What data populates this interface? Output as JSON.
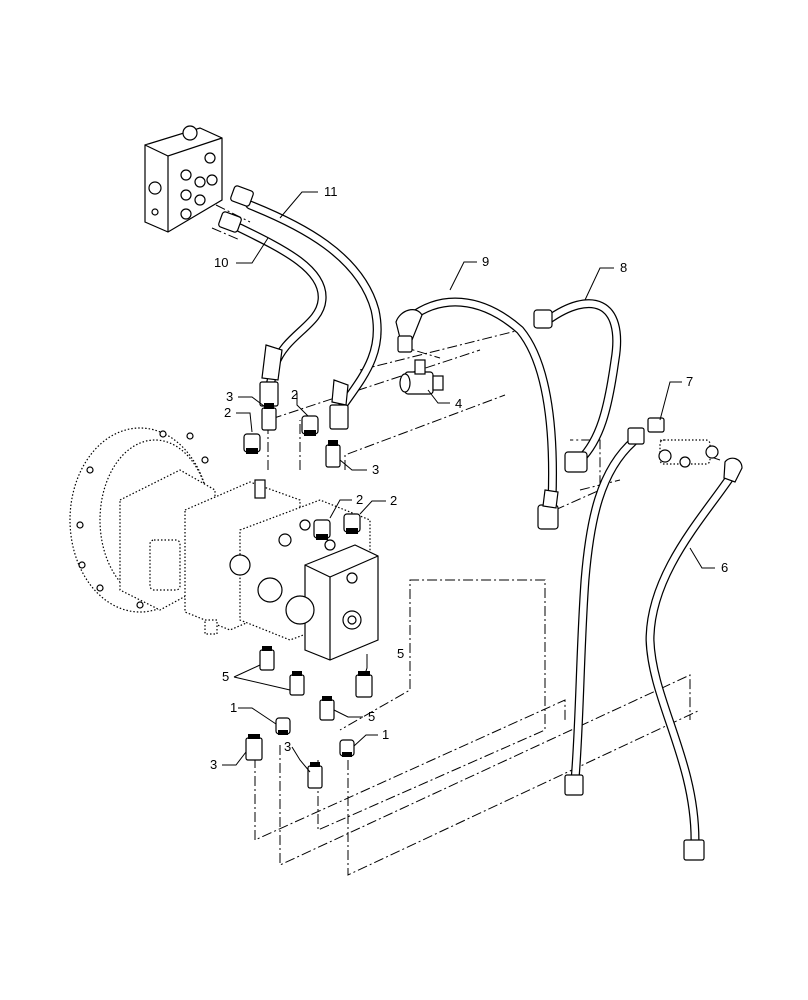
{
  "diagram": {
    "callouts": [
      {
        "id": "c11",
        "label": "11"
      },
      {
        "id": "c10",
        "label": "10"
      },
      {
        "id": "c9",
        "label": "9"
      },
      {
        "id": "c8",
        "label": "8"
      },
      {
        "id": "c7",
        "label": "7"
      },
      {
        "id": "c6",
        "label": "6"
      },
      {
        "id": "c4",
        "label": "4"
      },
      {
        "id": "c3a",
        "label": "3"
      },
      {
        "id": "c2a",
        "label": "2"
      },
      {
        "id": "c2b",
        "label": "2"
      },
      {
        "id": "c3b",
        "label": "3"
      },
      {
        "id": "c2c",
        "label": "2"
      },
      {
        "id": "c2d",
        "label": "2"
      },
      {
        "id": "c5a",
        "label": "5"
      },
      {
        "id": "c5b",
        "label": "5"
      },
      {
        "id": "c5c",
        "label": "5"
      },
      {
        "id": "c1a",
        "label": "1"
      },
      {
        "id": "c1b",
        "label": "1"
      },
      {
        "id": "c3c",
        "label": "3"
      },
      {
        "id": "c3d",
        "label": "3"
      }
    ]
  }
}
